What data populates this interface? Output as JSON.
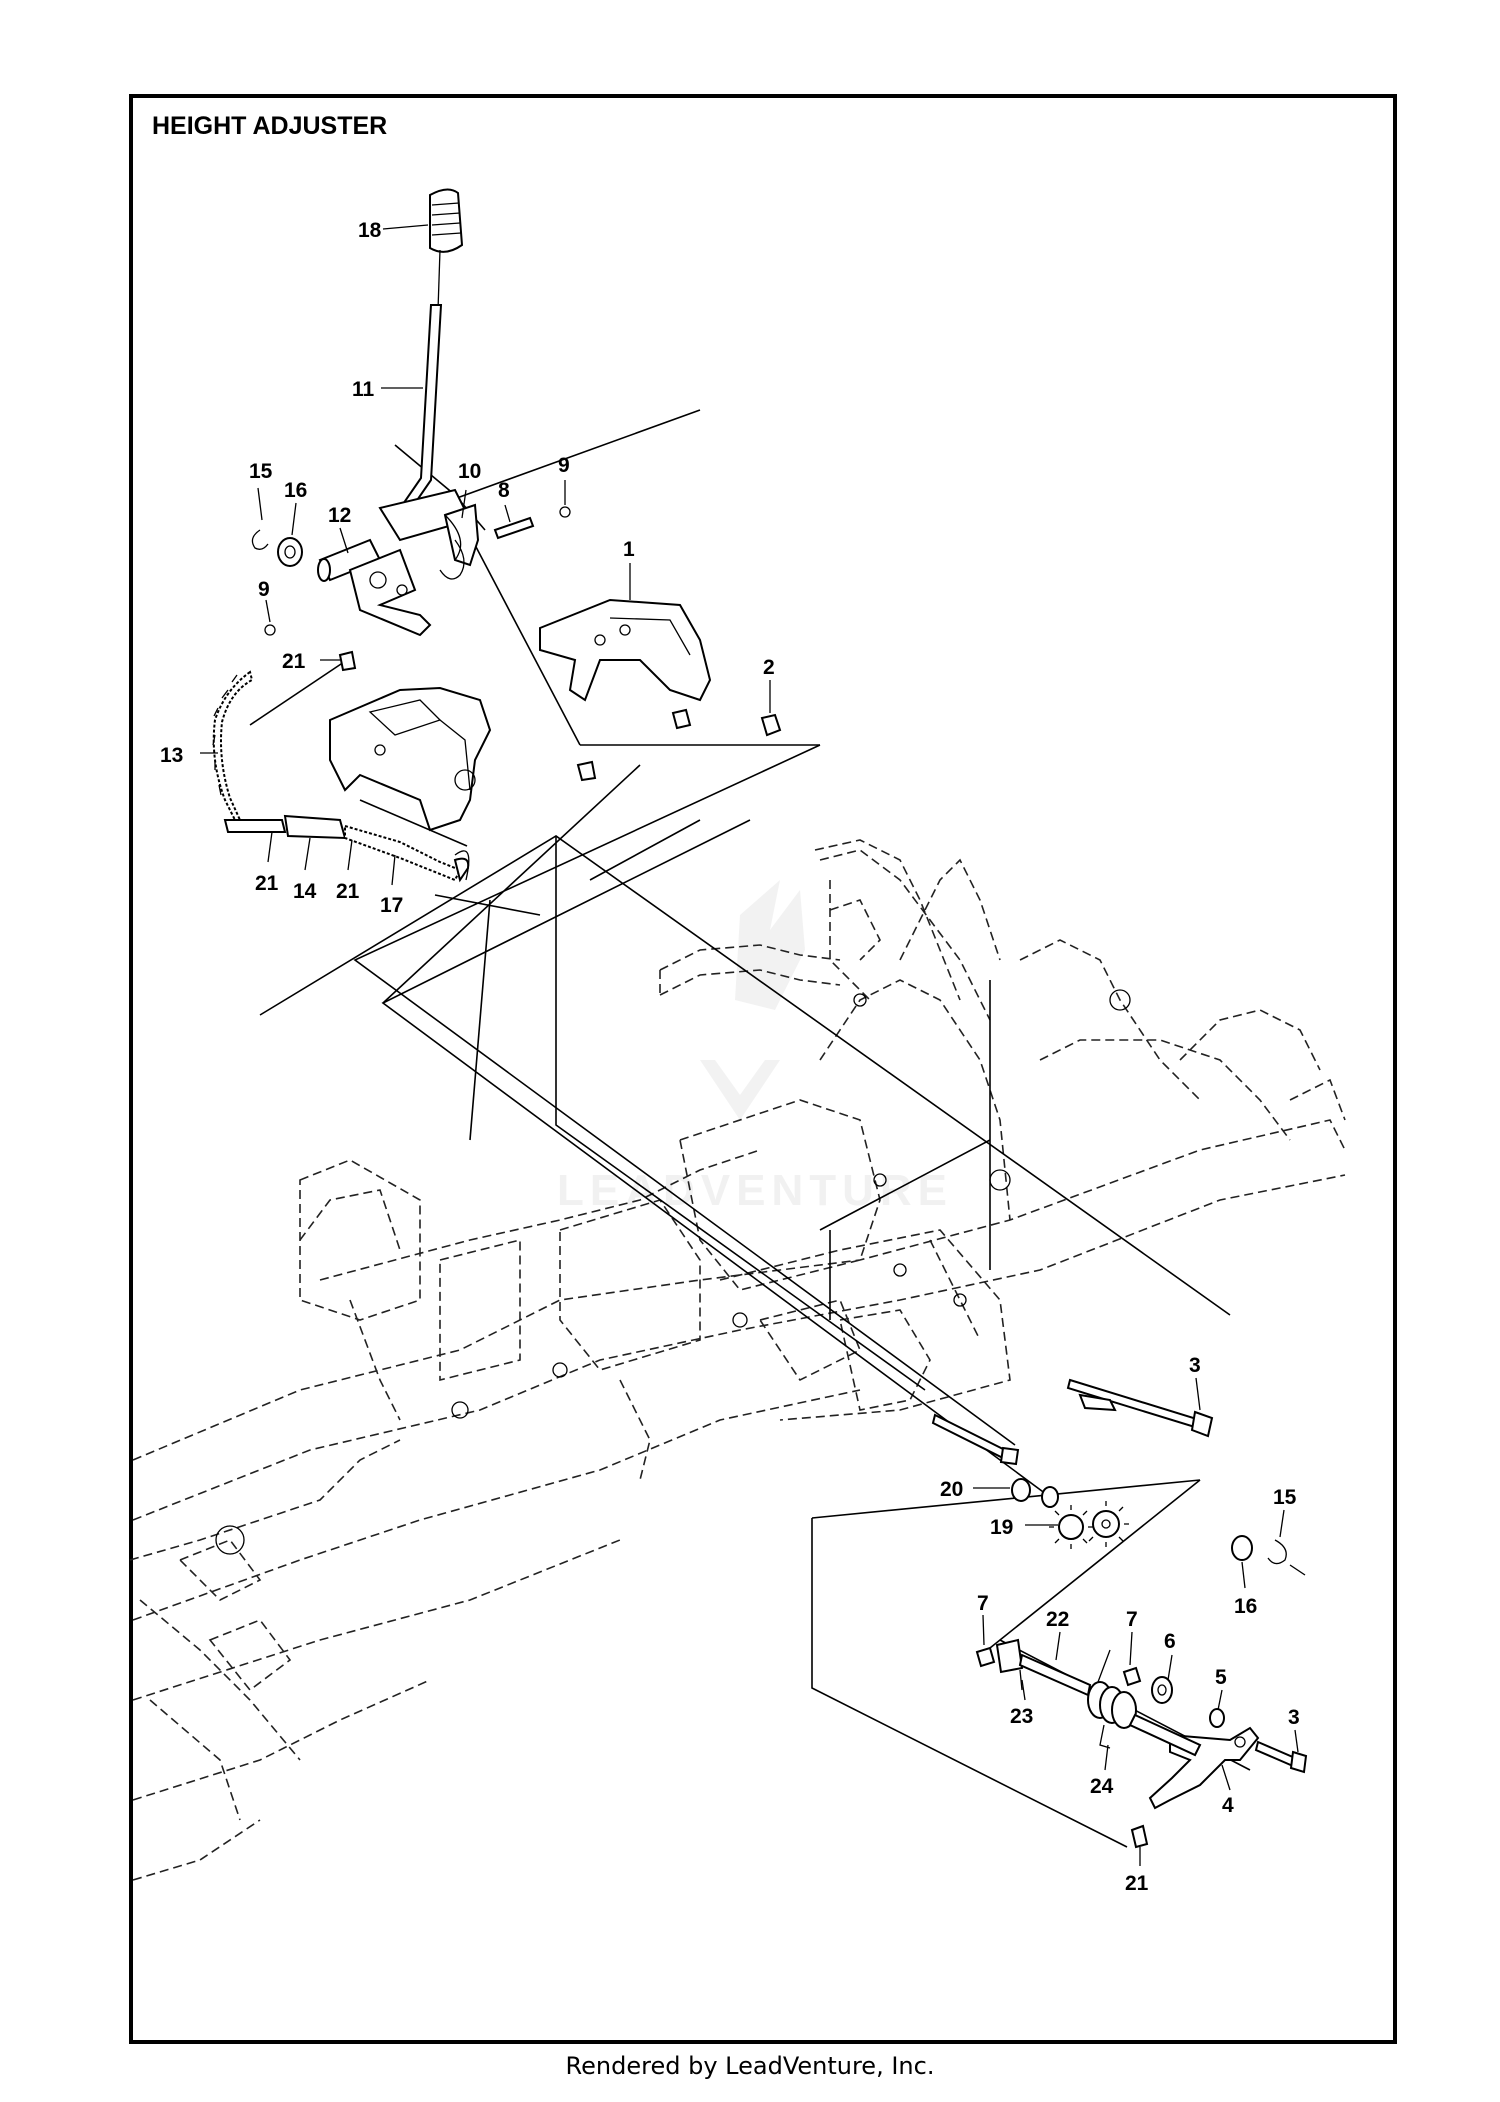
{
  "diagram": {
    "title": "HEIGHT ADJUSTER",
    "footer": "Rendered by LeadVenture, Inc.",
    "watermark": "LEADVENTURE",
    "callouts": [
      {
        "id": "c18",
        "label": "18"
      },
      {
        "id": "c11",
        "label": "11"
      },
      {
        "id": "c15a",
        "label": "15"
      },
      {
        "id": "c16a",
        "label": "16"
      },
      {
        "id": "c12",
        "label": "12"
      },
      {
        "id": "c10",
        "label": "10"
      },
      {
        "id": "c8",
        "label": "8"
      },
      {
        "id": "c9a",
        "label": "9"
      },
      {
        "id": "c1",
        "label": "1"
      },
      {
        "id": "c9b",
        "label": "9"
      },
      {
        "id": "c21a",
        "label": "21"
      },
      {
        "id": "c2",
        "label": "2"
      },
      {
        "id": "c13",
        "label": "13"
      },
      {
        "id": "c21b",
        "label": "21"
      },
      {
        "id": "c14",
        "label": "14"
      },
      {
        "id": "c21c",
        "label": "21"
      },
      {
        "id": "c17",
        "label": "17"
      },
      {
        "id": "c3a",
        "label": "3"
      },
      {
        "id": "c20",
        "label": "20"
      },
      {
        "id": "c15b",
        "label": "15"
      },
      {
        "id": "c19",
        "label": "19"
      },
      {
        "id": "c16b",
        "label": "16"
      },
      {
        "id": "c7a",
        "label": "7"
      },
      {
        "id": "c22",
        "label": "22"
      },
      {
        "id": "c7b",
        "label": "7"
      },
      {
        "id": "c6",
        "label": "6"
      },
      {
        "id": "c5",
        "label": "5"
      },
      {
        "id": "c3b",
        "label": "3"
      },
      {
        "id": "c23",
        "label": "23"
      },
      {
        "id": "c24",
        "label": "24"
      },
      {
        "id": "c4",
        "label": "4"
      },
      {
        "id": "c21d",
        "label": "21"
      }
    ]
  }
}
